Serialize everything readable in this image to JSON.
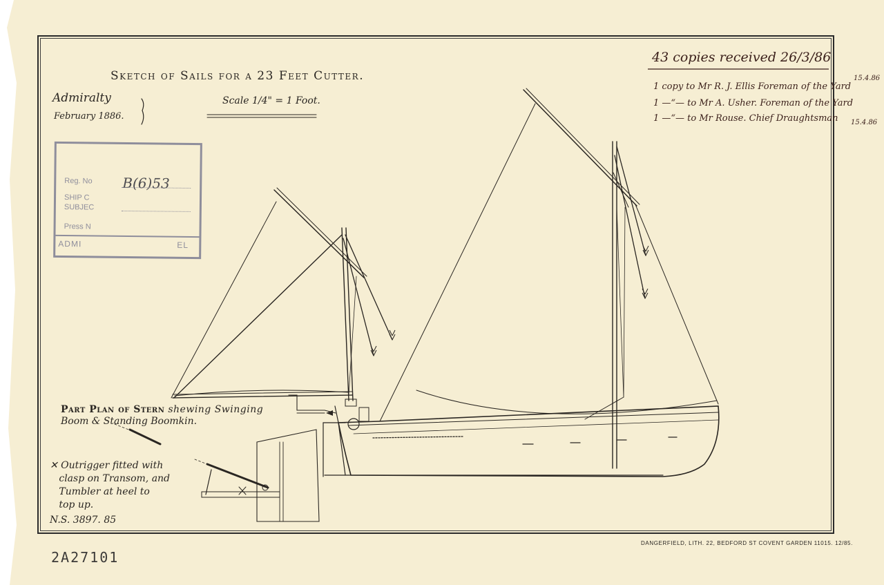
{
  "title": "Sketch of Sails for a 23 Feet Cutter.",
  "issuer": "Admiralty",
  "date": "February 1886.",
  "scale": "Scale 1/4\" = 1 Foot.",
  "handwritten_notes": {
    "copies": "43 copies received 26/3/86",
    "line1": "1 copy to Mr R. J. Ellis Foreman of the Yard",
    "line1_date": "15.4.86",
    "line2": "1 —“— to Mr A. Usher. Foreman of the Yard",
    "line3": "1 —“— to Mr Rouse. Chief Draughtsman",
    "line3_date": "15.4.86"
  },
  "stamp": {
    "reg_label": "Reg. No",
    "reg_value": "B(6)53",
    "ship_label": "SHIP C",
    "subject_label": "SUBJEC",
    "press_label": "Press N",
    "footer_label": "ADMI",
    "footer_suffix": "EL"
  },
  "stern_plan": {
    "heading": "Part Plan of Stern",
    "heading_rest": "shewing Swinging",
    "line2": "Boom & Standing Boomkin."
  },
  "outrigger_note": "✕ Outrigger fitted with\n   clasp on Transom, and\n   Tumbler at heel to\n   top up.",
  "drawing_number": "N.S. 3897. 85",
  "printer": "DANGERFIELD, LITH. 22, BEDFORD ST COVENT GARDEN   11015. 12/85.",
  "catalog_number": "2A27101",
  "colors": {
    "paper": "#f6eed3",
    "ink": "#2a2622",
    "stamp_ink": "#7d7d92",
    "handwriting": "#3a1f1a"
  }
}
